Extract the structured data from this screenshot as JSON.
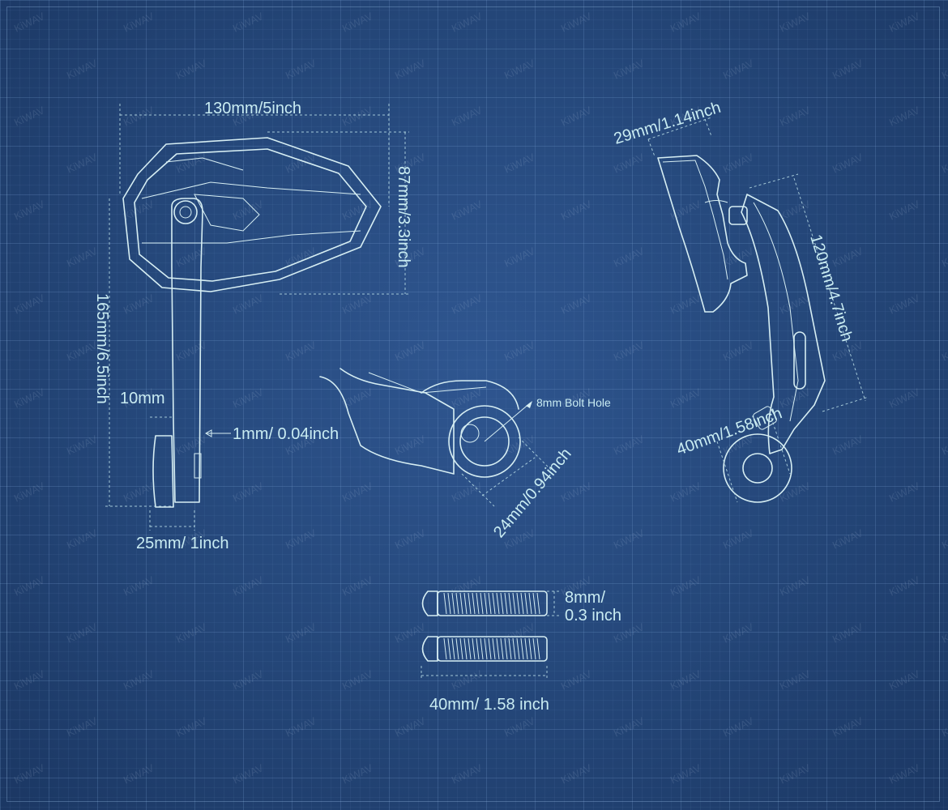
{
  "watermark": "KiWAV",
  "dimensions": {
    "width_top": "130mm/5inch",
    "height_head": "87mm/3.3inch",
    "total_height": "165mm/6.5inch",
    "arm_10": "10mm",
    "arm_thickness": "1mm/ 0.04inch",
    "base_width": "25mm/ 1inch",
    "bolt_hole": "8mm Bolt Hole",
    "clamp_diameter": "24mm/0.94inch",
    "mount_29": "29mm/1.14inch",
    "side_height": "120mm/4.7inch",
    "side_40": "40mm/1.58inch",
    "bolt_dia_1": "8mm/",
    "bolt_dia_2": "0.3 inch",
    "bolt_length": "40mm/ 1.58 inch"
  },
  "colors": {
    "background": "#244678",
    "line": "#d6eef3",
    "text": "#c9ecf2"
  }
}
